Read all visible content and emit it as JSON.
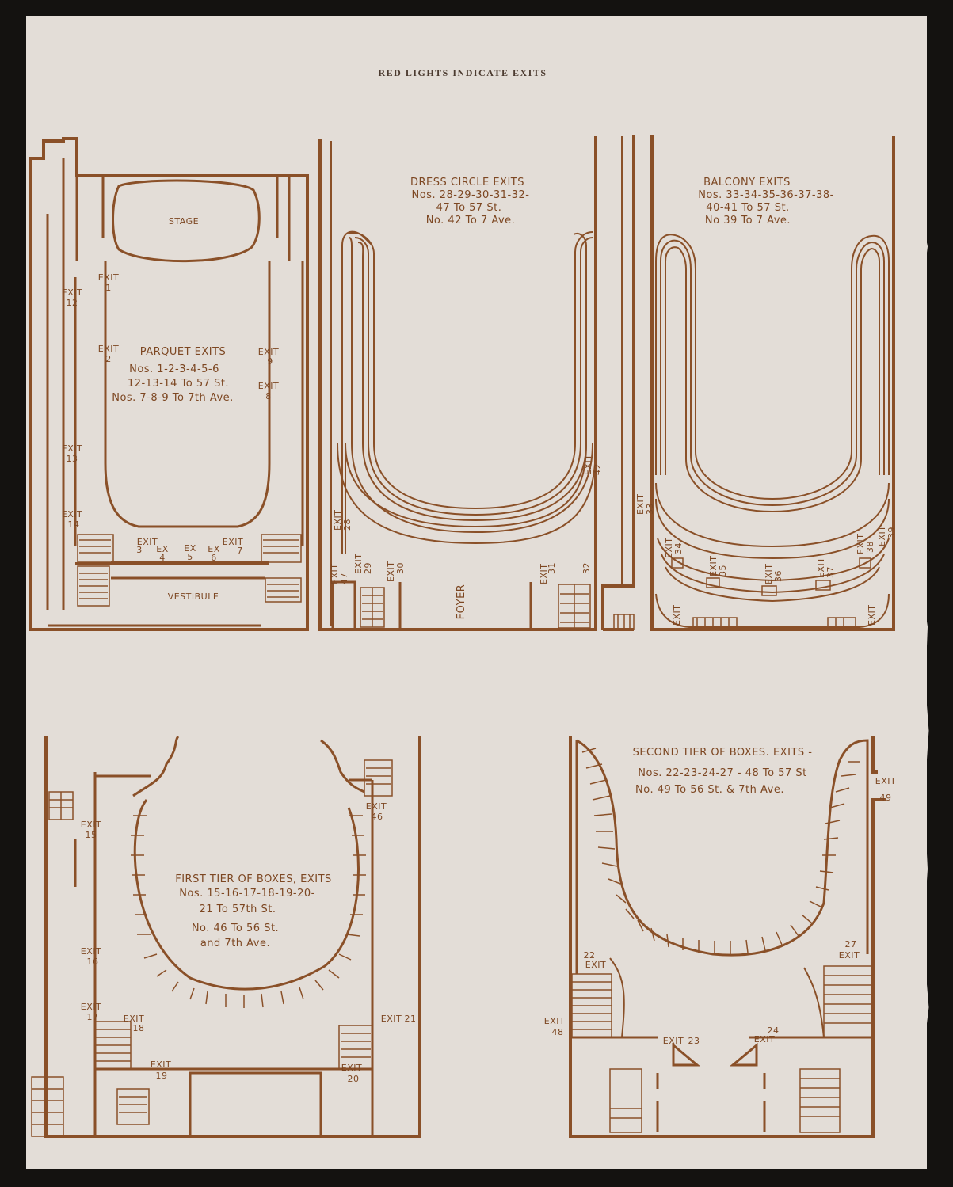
{
  "header": "RED LIGHTS INDICATE EXITS",
  "colors": {
    "ink": "#8a5028",
    "paper": "#e3ddd7",
    "background": "#141210"
  },
  "parquet": {
    "stage": "STAGE",
    "vestibule": "VESTIBULE",
    "title": "PARQUET EXITS",
    "lines": [
      "Nos. 1-2-3-4-5-6",
      "12-13-14 To 57 St.",
      "Nos. 7-8-9 To 7th Ave."
    ],
    "exit_word": "EXIT",
    "ex_word": "EX",
    "exits": [
      "1",
      "2",
      "3",
      "4",
      "5",
      "6",
      "7",
      "8",
      "9",
      "12",
      "13",
      "14"
    ]
  },
  "dress_circle": {
    "title": "DRESS CIRCLE EXITS",
    "lines": [
      "Nos. 28-29-30-31-32-",
      "47 To 57 St.",
      "No. 42 To 7 Ave."
    ],
    "foyer": "FOYER",
    "exits": [
      "28",
      "29",
      "30",
      "31",
      "32",
      "42",
      "47"
    ]
  },
  "balcony": {
    "title": "BALCONY EXITS",
    "lines": [
      "Nos. 33-34-35-36-37-38-",
      "40-41 To 57 St.",
      "No 39 To 7 Ave."
    ],
    "exits": [
      "33",
      "34",
      "35",
      "36",
      "37",
      "38",
      "39"
    ]
  },
  "first_tier": {
    "title": "FIRST TIER OF BOXES, EXITS",
    "lines": [
      "Nos. 15-16-17-18-19-20-",
      "21 To 57th St.",
      "No. 46 To 56 St.",
      "and 7th Ave."
    ],
    "exits": [
      "15",
      "16",
      "17",
      "18",
      "19",
      "20",
      "21",
      "46"
    ]
  },
  "second_tier": {
    "title": "SECOND TIER OF BOXES. EXITS -",
    "lines": [
      "Nos. 22-23-24-27 - 48 To 57 St",
      "No. 49 To 56 St. & 7th Ave."
    ],
    "exits": [
      "22",
      "23",
      "24",
      "27",
      "48",
      "49"
    ]
  }
}
